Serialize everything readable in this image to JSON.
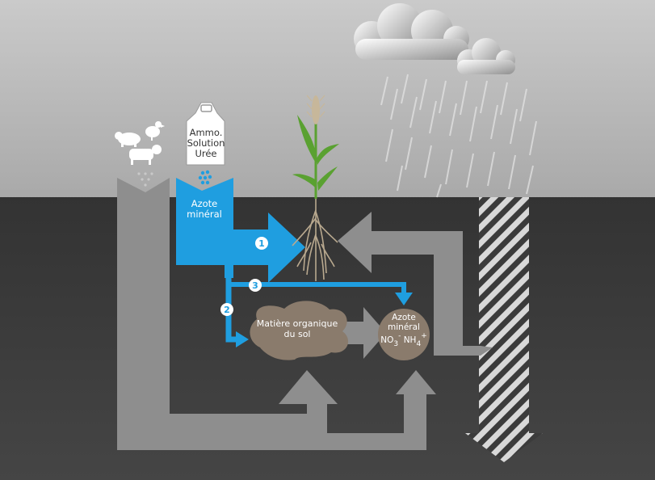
{
  "labels": {
    "fertilizer_bag": [
      "Ammo.",
      "Solution",
      "Urée"
    ],
    "azote_mineral_input": [
      "Azote",
      "minéral"
    ],
    "organic_matter": [
      "Matière organique",
      "du sol"
    ],
    "soil_mineral_title": [
      "Azote",
      "minéral"
    ],
    "soil_mineral_formula": {
      "no": "NO",
      "no_sub": "3",
      "no_sup": "-",
      "nh": "NH",
      "nh_sub": "4",
      "nh_sup": "+"
    }
  },
  "flow_numbers": [
    "1",
    "2",
    "3"
  ],
  "icons": [
    "cloud-icon",
    "rain-icon",
    "pig-icon",
    "hen-icon",
    "cow-icon",
    "fertilizer-bag-icon",
    "wheat-plant-icon"
  ],
  "colors": {
    "sky_top": "#c7c7c7",
    "sky_bottom": "#a8a8a8",
    "soil": "#3b3b3b",
    "flow_grey": "#8e8e8e",
    "flow_blue": "#1f9ee0",
    "organic_brown": "#8a7b6c",
    "badge_bg": "#ffffff"
  }
}
